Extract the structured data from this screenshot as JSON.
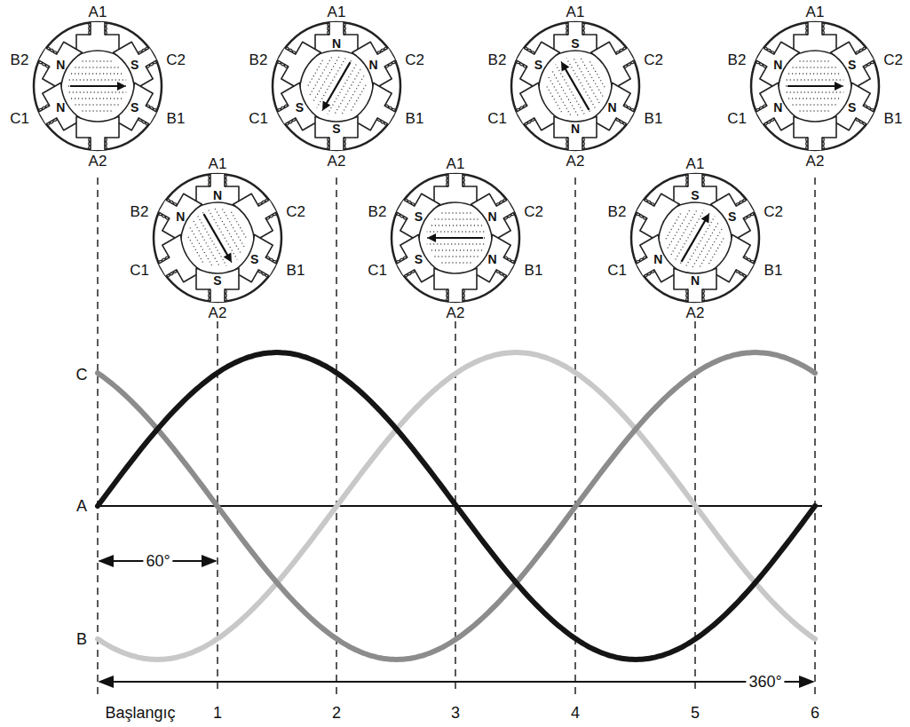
{
  "diagram": {
    "nodes": [
      {
        "text": [
          "A1",
          "B2",
          "C2",
          "C1",
          "B1",
          "A2",
          "N",
          "S",
          "N",
          "S"
        ]
      },
      {
        "text": [
          "A1",
          "B2",
          "C2",
          "C1",
          "B1",
          "A2",
          "N",
          "N",
          "S",
          "S"
        ]
      },
      {
        "text": [
          "A1",
          "B2",
          "C2",
          "C1",
          "B1",
          "A2",
          "N",
          "N",
          "S",
          "S"
        ]
      },
      {
        "text": [
          "A1",
          "B2",
          "C2",
          "C1",
          "B1",
          "A2",
          "S",
          "N",
          "S",
          "N"
        ]
      },
      {
        "text": [
          "A1",
          "B2",
          "C2",
          "C1",
          "B1",
          "A2",
          "S",
          "S",
          "N",
          "N"
        ]
      },
      {
        "text": [
          "A1",
          "B2",
          "C2",
          "C1",
          "B1",
          "A2",
          "S",
          "S",
          "N",
          "N"
        ]
      },
      {
        "text": [
          "A1",
          "B2",
          "C2",
          "C1",
          "B1",
          "A2",
          "N",
          "S",
          "N",
          "S"
        ]
      }
    ],
    "labels": [
      "C",
      "A",
      "B",
      "60°",
      "360°",
      "Başlangıç",
      "1",
      "2",
      "3",
      "4",
      "5",
      "6"
    ]
  }
}
